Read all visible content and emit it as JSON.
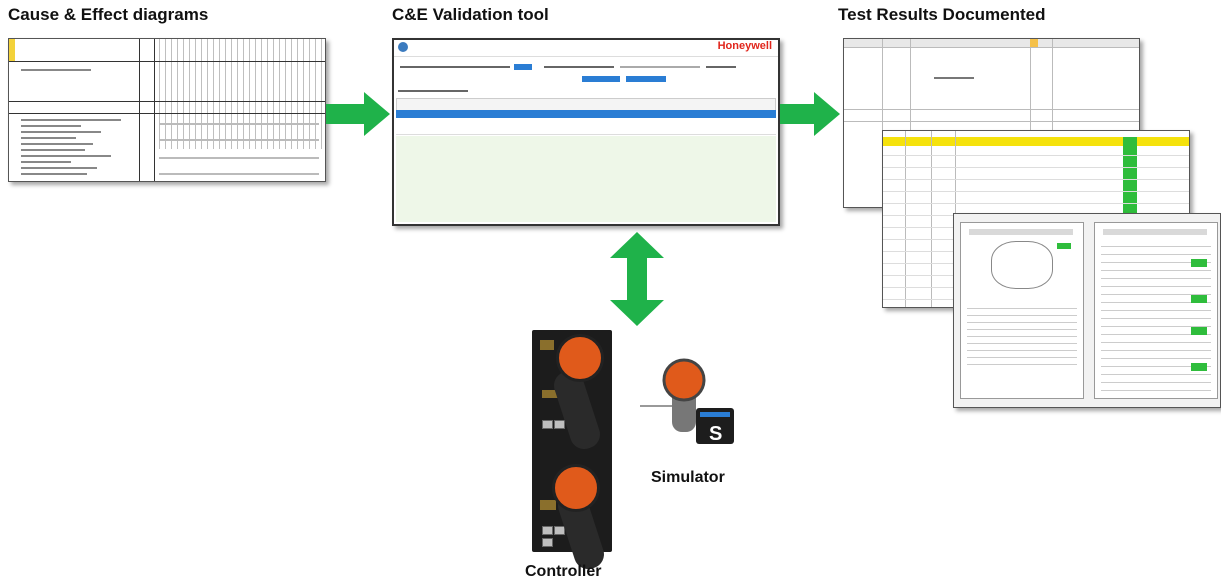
{
  "headings": {
    "cause_effect": "Cause & Effect diagrams",
    "validation_tool": "C&E Validation tool",
    "test_results": "Test Results Documented"
  },
  "tool_window": {
    "brand": "Honeywell"
  },
  "captions": {
    "simulator": "Simulator",
    "controller": "Controller"
  },
  "simulator_icon_letter": "S",
  "colors": {
    "arrow_green": "#1fb24a",
    "brand_red": "#e1261c",
    "select_blue": "#2a7dd4",
    "controller_orange": "#e05a1b"
  }
}
